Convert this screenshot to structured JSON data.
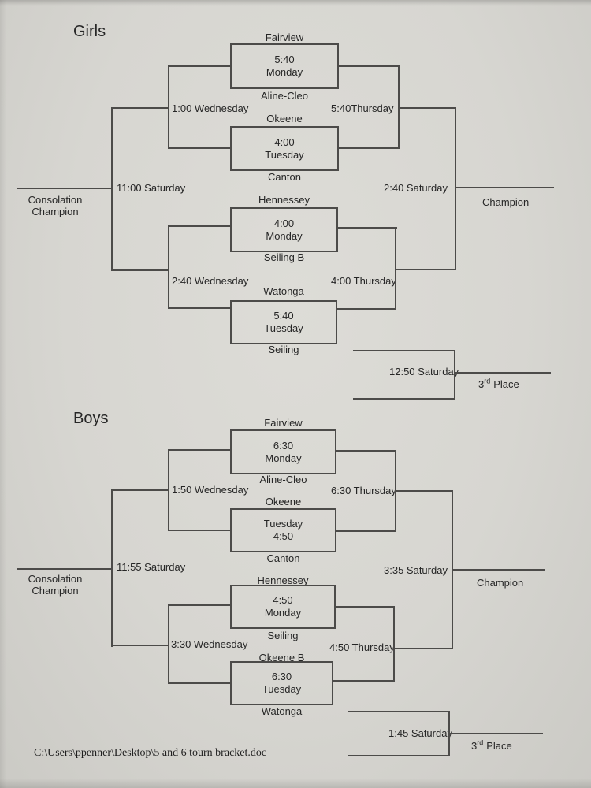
{
  "girls": {
    "title": "Girls",
    "teams": {
      "g1_top": "Fairview",
      "g1_bottom": "Aline-Cleo",
      "g2_top": "Okeene",
      "g2_bottom": "Canton",
      "g3_top": "Hennessey",
      "g3_bottom": "Seiling B",
      "g4_top": "Watonga",
      "g4_bottom": "Seiling"
    },
    "games": {
      "g1": {
        "line1": "5:40",
        "line2": "Monday"
      },
      "g2": {
        "line1": "4:00",
        "line2": "Tuesday"
      },
      "g3": {
        "line1": "4:00",
        "line2": "Monday"
      },
      "g4": {
        "line1": "5:40",
        "line2": "Tuesday"
      }
    },
    "slots": {
      "consolation_semi_top": "1:00 Wednesday",
      "semi_top": "5:40Thursday",
      "consolation_final": "11:00 Saturday",
      "championship": "2:40 Saturday",
      "consolation_semi_bottom": "2:40 Wednesday",
      "semi_bottom": "4:00 Thursday",
      "third_place_game": "12:50 Saturday"
    },
    "labels": {
      "champion": "Champion",
      "consolation_line1": "Consolation",
      "consolation_line2": "Champion",
      "third_num": "3",
      "third_sup": "rd",
      "third_rest": "Place"
    }
  },
  "boys": {
    "title": "Boys",
    "teams": {
      "g1_top": "Fairview",
      "g1_bottom": "Aline-Cleo",
      "g2_top": "Okeene",
      "g2_bottom": "Canton",
      "g3_top": "Hennessey",
      "g3_bottom": "Seiling",
      "g4_top": "Okeene B",
      "g4_bottom": "Watonga"
    },
    "games": {
      "g1": {
        "line1": "6:30",
        "line2": "Monday"
      },
      "g2": {
        "line1": "Tuesday",
        "line2": "4:50"
      },
      "g3": {
        "line1": "4:50",
        "line2": "Monday"
      },
      "g4": {
        "line1": "6:30",
        "line2": "Tuesday"
      }
    },
    "slots": {
      "consolation_semi_top": "1:50 Wednesday",
      "semi_top": "6:30 Thursday",
      "consolation_final": "11:55 Saturday",
      "championship": "3:35 Saturday",
      "consolation_semi_bottom": "3:30 Wednesday",
      "semi_bottom": "4:50 Thursday",
      "third_place_game": "1:45 Saturday"
    },
    "labels": {
      "champion": "Champion",
      "consolation_line1": "Consolation",
      "consolation_line2": "Champion",
      "third_num": "3",
      "third_sup": "rd",
      "third_rest": "Place"
    }
  },
  "footer": {
    "file_path": "C:\\Users\\ppenner\\Desktop\\5 and 6 tourn bracket.doc"
  }
}
